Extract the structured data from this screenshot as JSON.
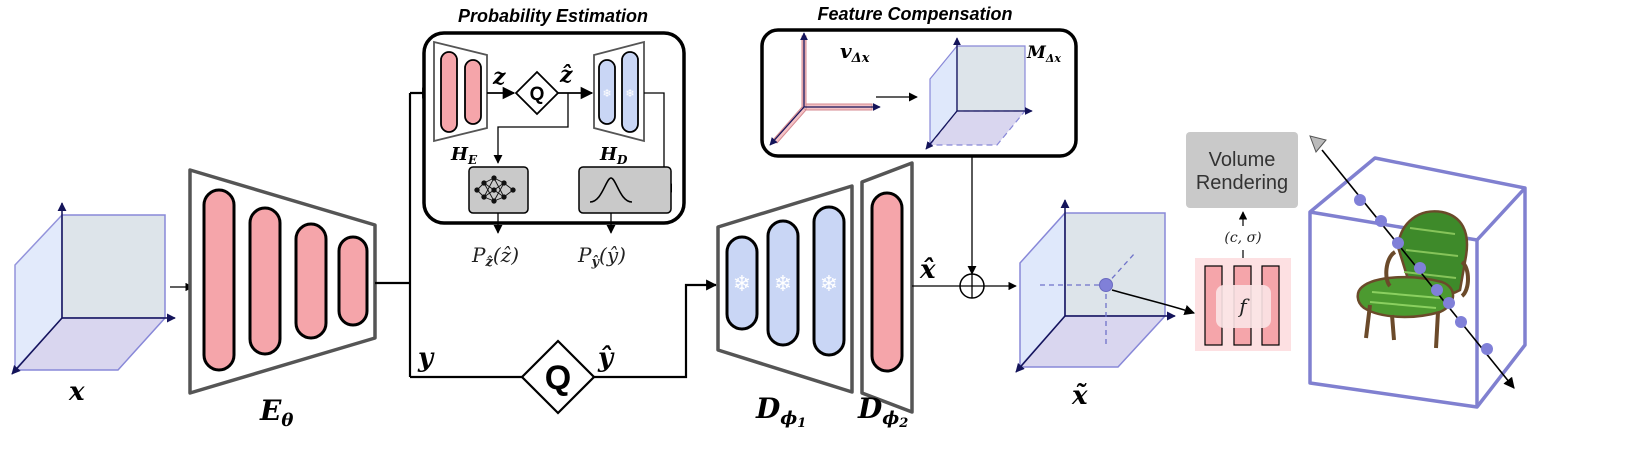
{
  "labels": {
    "x": "x",
    "E_theta": "E",
    "E_sub": "θ",
    "y": "y",
    "y_hat": "ŷ",
    "z": "z",
    "z_hat": "ẑ",
    "H_E": "H",
    "H_E_sub": "E",
    "H_D": "H",
    "H_D_sub": "D",
    "P_z": "P",
    "P_z_sub": "ẑ",
    "P_z_arg": "(ẑ)",
    "P_y": "P",
    "P_y_sub": "ŷ",
    "P_y_arg": "(ŷ)",
    "D1": "D",
    "D1_sub": "ϕ",
    "D1_subsub": "1",
    "D2": "D",
    "D2_sub": "ϕ",
    "D2_subsub": "2",
    "x_hat": "x̂",
    "x_tilde": "x̃",
    "v": "v",
    "v_sub": "Δx",
    "M": "M",
    "M_sub": "Δx",
    "c_sigma": "(c, σ)",
    "f": "f",
    "quantizer": "Q",
    "oplus": "+"
  },
  "boxes": {
    "probability_estimation_title": "Probability  Estimation",
    "feature_compensation_title": "Feature Compensation",
    "volume_rendering_line1": "Volume",
    "volume_rendering_line2": "Rendering"
  },
  "colors": {
    "red_fill": "#f5a5aa",
    "blue_fill": "#c9d6f5",
    "grid_stroke": "#8888d8",
    "volume_box": "#8080d0",
    "gray_box": "#c9c9c9"
  },
  "icons": [
    "snowflake-icon",
    "neural-network-icon",
    "gaussian-curve-icon",
    "chair-image",
    "camera-icon"
  ]
}
